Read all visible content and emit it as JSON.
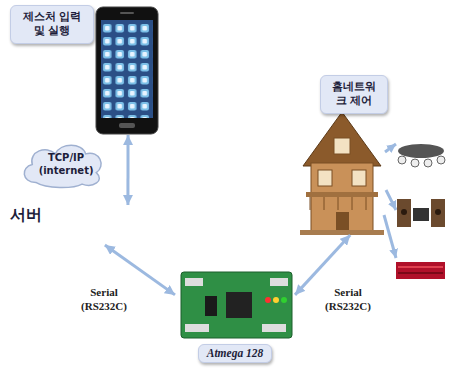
{
  "diagram": {
    "nodes": [
      {
        "text": [
          "제스처 입력 및 실행"
        ]
      },
      {
        "text": [
          "홈네트워크 제어"
        ]
      },
      {
        "text": [
          "TCP/IP (internet)"
        ]
      },
      {
        "text": [
          "서버"
        ]
      },
      {
        "text": [
          "Atmega 128"
        ]
      }
    ],
    "edges": [
      {
        "from": 0,
        "to": 3,
        "arrow": "both"
      },
      {
        "from": 3,
        "to": 4,
        "arrow": "both"
      },
      {
        "from": 4,
        "to": 1,
        "arrow": "both"
      }
    ],
    "labels": [
      "Serial (RS232C)",
      "Serial (RS232C)"
    ]
  }
}
